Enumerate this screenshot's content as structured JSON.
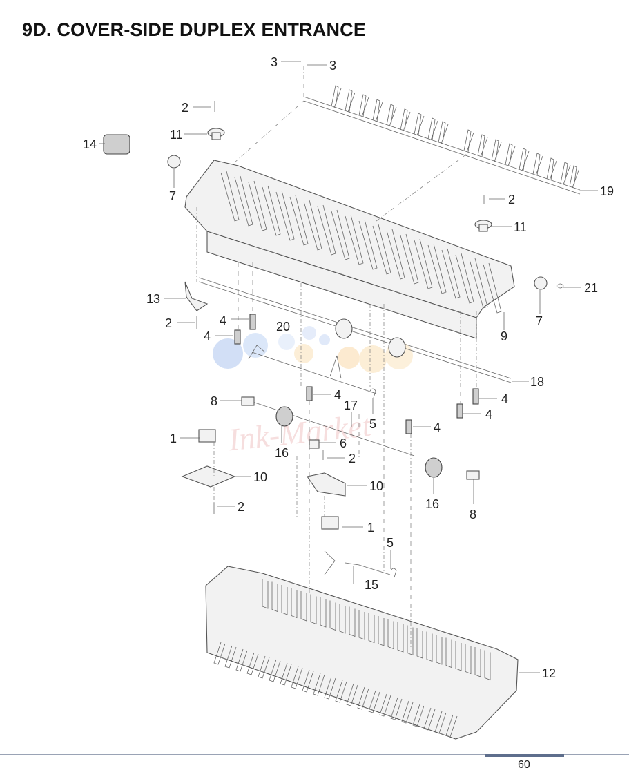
{
  "page": {
    "title": "9D. COVER-SIDE DUPLEX ENTRANCE",
    "page_number": "60",
    "watermark": "Ink-Market"
  },
  "callouts": [
    {
      "id": "c3a",
      "label": "3"
    },
    {
      "id": "c3b",
      "label": "3"
    },
    {
      "id": "c2a",
      "label": "2"
    },
    {
      "id": "c11a",
      "label": "11"
    },
    {
      "id": "c14",
      "label": "14"
    },
    {
      "id": "c7a",
      "label": "7"
    },
    {
      "id": "c19",
      "label": "19"
    },
    {
      "id": "c2b",
      "label": "2"
    },
    {
      "id": "c11b",
      "label": "11"
    },
    {
      "id": "c21",
      "label": "21"
    },
    {
      "id": "c7b",
      "label": "7"
    },
    {
      "id": "c13",
      "label": "13"
    },
    {
      "id": "c2c",
      "label": "2"
    },
    {
      "id": "c4a",
      "label": "4"
    },
    {
      "id": "c4b",
      "label": "4"
    },
    {
      "id": "c20",
      "label": "20"
    },
    {
      "id": "c9",
      "label": "9"
    },
    {
      "id": "c18",
      "label": "18"
    },
    {
      "id": "c8a",
      "label": "8"
    },
    {
      "id": "c4c",
      "label": "4"
    },
    {
      "id": "c17",
      "label": "17"
    },
    {
      "id": "c5a",
      "label": "5"
    },
    {
      "id": "c4d",
      "label": "4"
    },
    {
      "id": "c4e",
      "label": "4"
    },
    {
      "id": "c4f",
      "label": "4"
    },
    {
      "id": "c1a",
      "label": "1"
    },
    {
      "id": "c16a",
      "label": "16"
    },
    {
      "id": "c6",
      "label": "6"
    },
    {
      "id": "c2d",
      "label": "2"
    },
    {
      "id": "c10a",
      "label": "10"
    },
    {
      "id": "c10b",
      "label": "10"
    },
    {
      "id": "c16b",
      "label": "16"
    },
    {
      "id": "c8b",
      "label": "8"
    },
    {
      "id": "c2e",
      "label": "2"
    },
    {
      "id": "c1b",
      "label": "1"
    },
    {
      "id": "c5b",
      "label": "5"
    },
    {
      "id": "c15",
      "label": "15"
    },
    {
      "id": "c12",
      "label": "12"
    }
  ]
}
